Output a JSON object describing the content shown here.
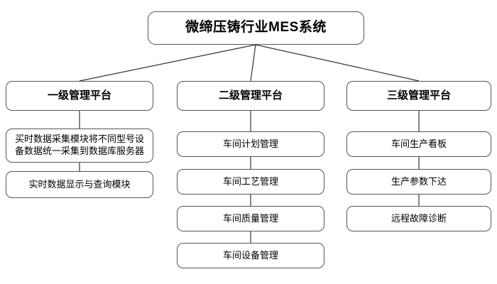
{
  "diagram": {
    "title_node": {
      "label": "微缔压铸行业MES系统"
    },
    "level2": [
      {
        "label": "一级管理平台"
      },
      {
        "label": "二级管理平台"
      },
      {
        "label": "三级管理平台"
      }
    ],
    "columns": [
      {
        "parent": "一级管理平台",
        "items": [
          {
            "label": "买时数据采集模块将不同型号设\n备数据统一采集到数据库服务器",
            "lines": 2
          },
          {
            "label": "实时数据显示与查询模块",
            "lines": 1
          }
        ]
      },
      {
        "parent": "二级管理平台",
        "items": [
          {
            "label": "车间计划管理",
            "lines": 1
          },
          {
            "label": "车间工艺管理",
            "lines": 1
          },
          {
            "label": "车间质量管理",
            "lines": 1
          },
          {
            "label": "车间设备管理",
            "lines": 1
          }
        ]
      },
      {
        "parent": "三级管理平台",
        "items": [
          {
            "label": "车间生产看板",
            "lines": 1
          },
          {
            "label": "生产参数下达",
            "lines": 1
          },
          {
            "label": "远程故障诊断",
            "lines": 1
          }
        ]
      }
    ],
    "style": {
      "background": "#ffffff",
      "box_border": "#555555",
      "connector": "#333333",
      "text": "#000000"
    }
  }
}
